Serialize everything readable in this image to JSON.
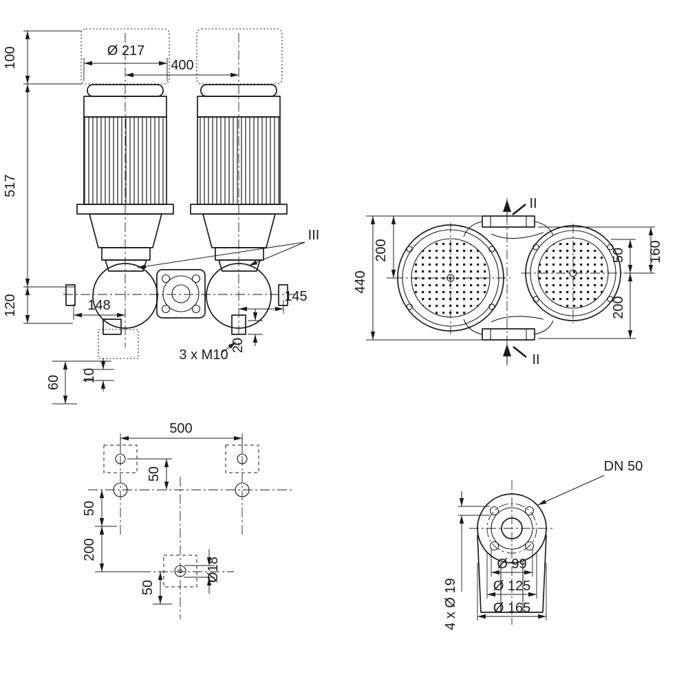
{
  "front_view": {
    "dia217": "Ø 217",
    "w400": "400",
    "h100": "100",
    "h517": "517",
    "h120": "120",
    "w148": "148",
    "w145": "145",
    "h60": "60",
    "h10": "10",
    "h20": "20",
    "thread": "3 x M10",
    "section": "III"
  },
  "top_view": {
    "h440": "440",
    "h200_left": "200",
    "h50": "50",
    "h160": "160",
    "h200_right": "200",
    "section_top": "II",
    "section_bottom": "II"
  },
  "plan_view": {
    "w500": "500",
    "h50_inner": "50",
    "h50_left": "50",
    "h200": "200",
    "h50_bottom": "50",
    "hole": "Ø18"
  },
  "flange_view": {
    "dn": "DN 50",
    "d99": "Ø 99",
    "d125": "Ø 125",
    "d165": "Ø 165",
    "bolts": "4 x Ø 19"
  }
}
